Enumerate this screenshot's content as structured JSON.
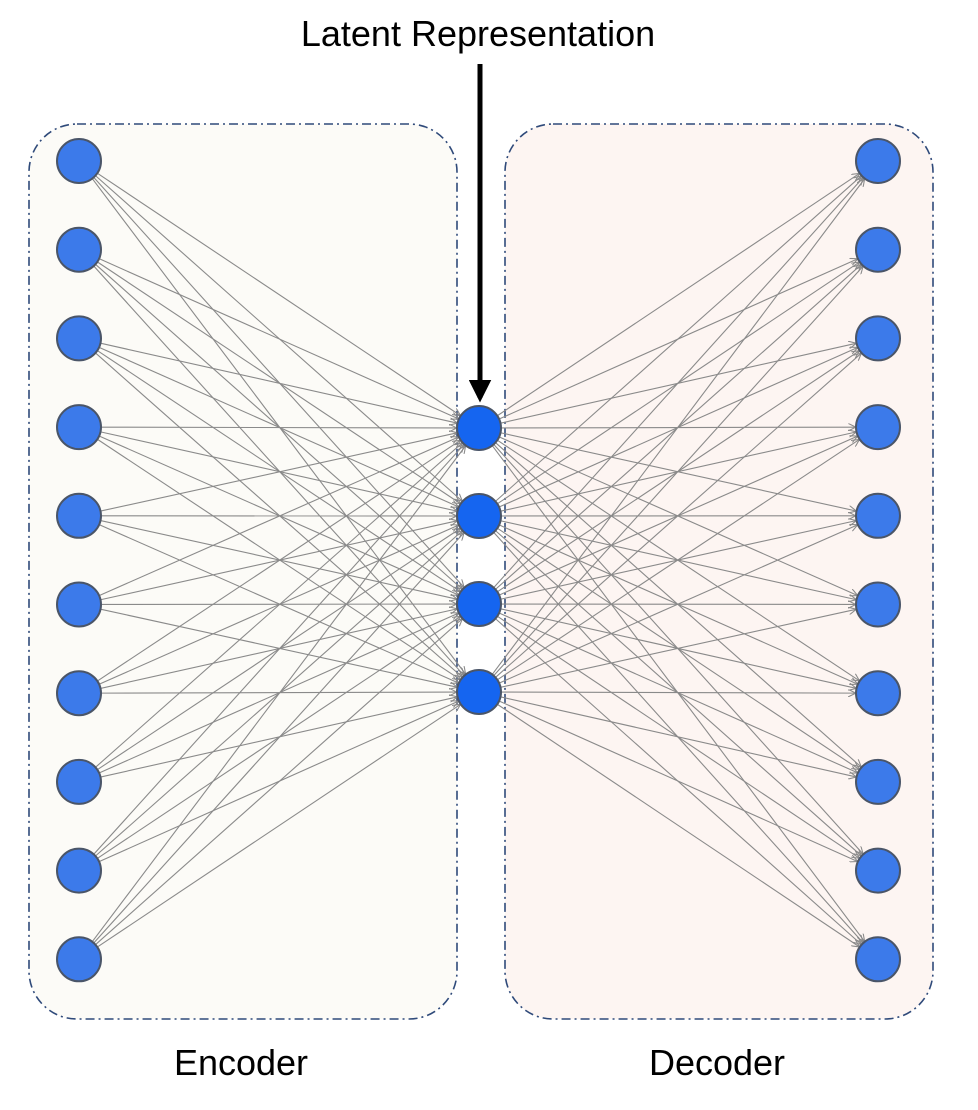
{
  "title": "Latent Representation",
  "encoder": {
    "label": "Encoder",
    "node_count": 10,
    "fill": "#FCFBF7"
  },
  "latent": {
    "node_count": 4
  },
  "decoder": {
    "label": "Decoder",
    "node_count": 10,
    "fill": "#FDF5F2"
  },
  "colors": {
    "node": "#3C7AEA",
    "latent_node": "#1565F0",
    "node_stroke": "#4A5568",
    "edge": "#8A8A8A",
    "box_border": "#2F4A7A",
    "arrow": "#000000"
  }
}
